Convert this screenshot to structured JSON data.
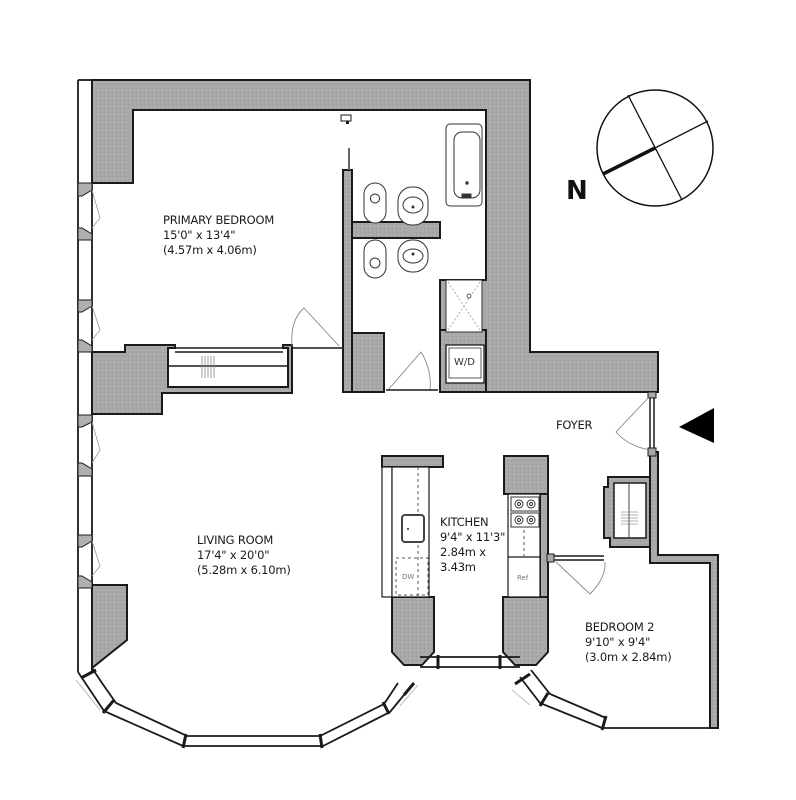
{
  "floor_plan": {
    "rooms": [
      {
        "id": "primary-bedroom",
        "name": "PRIMARY BEDROOM",
        "dim_imperial": "15'0\" x 13'4\"",
        "dim_metric": "(4.57m x 4.06m)"
      },
      {
        "id": "living-room",
        "name": "LIVING ROOM",
        "dim_imperial": "17'4\" x 20'0\"",
        "dim_metric": "(5.28m x 6.10m)"
      },
      {
        "id": "kitchen",
        "name": "KITCHEN",
        "dim_imperial": "9'4\" x 11'3\"",
        "dim_metric_line1": "2.84m x",
        "dim_metric_line2": "3.43m"
      },
      {
        "id": "bedroom-2",
        "name": "BEDROOM 2",
        "dim_imperial": "9'10\" x 9'4\"",
        "dim_metric": "(3.0m x 2.84m)"
      },
      {
        "id": "foyer",
        "name": "FOYER"
      }
    ],
    "fixtures": {
      "washer_dryer": "W/D",
      "dishwasher": "DW",
      "refrigerator": "Ref"
    },
    "compass": {
      "label": "N",
      "icon": "north-compass-icon"
    },
    "entry_marker": {
      "icon": "entry-arrow-icon"
    },
    "colors": {
      "wall_fill": "#a9a9a9",
      "wall_outline": "#1a1a1a",
      "background": "#ffffff"
    }
  }
}
